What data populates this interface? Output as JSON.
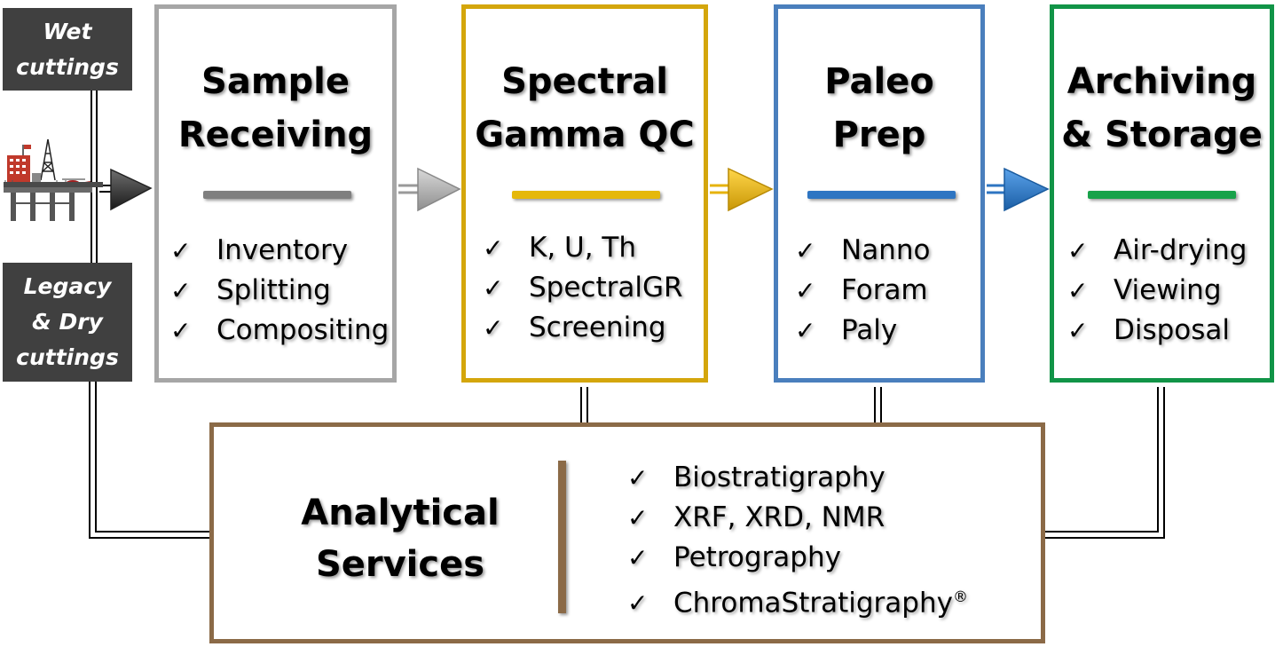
{
  "inputs": {
    "wet": [
      "Wet",
      "cuttings"
    ],
    "legacy": [
      "Legacy",
      "& Dry",
      "cuttings"
    ]
  },
  "stages": [
    {
      "title": [
        "Sample",
        "Receiving"
      ],
      "items": [
        "Inventory",
        "Splitting",
        "Compositing"
      ],
      "color": "#a6a6a6"
    },
    {
      "title": [
        "Spectral",
        "Gamma QC"
      ],
      "items": [
        "K, U, Th",
        "SpectralGR",
        "Screening"
      ],
      "color": "#d4a60c"
    },
    {
      "title": [
        "Paleo",
        "Prep"
      ],
      "items": [
        "Nanno",
        "Foram",
        "Paly"
      ],
      "color": "#4a7fbd"
    },
    {
      "title": [
        "Archiving",
        "& Storage"
      ],
      "items": [
        "Air-drying",
        "Viewing",
        "Disposal"
      ],
      "color": "#119447"
    }
  ],
  "analytical": {
    "title": [
      "Analytical",
      "Services"
    ],
    "items": [
      "Biostratigraphy",
      "XRF, XRD, NMR",
      "Petrography",
      "ChromaStratigraphy"
    ],
    "trademark": "®",
    "color": "#8b6a47"
  },
  "check_mark": "✓",
  "icons": {
    "platform": "offshore-platform-icon",
    "arrows": "flow-arrow-icon"
  }
}
